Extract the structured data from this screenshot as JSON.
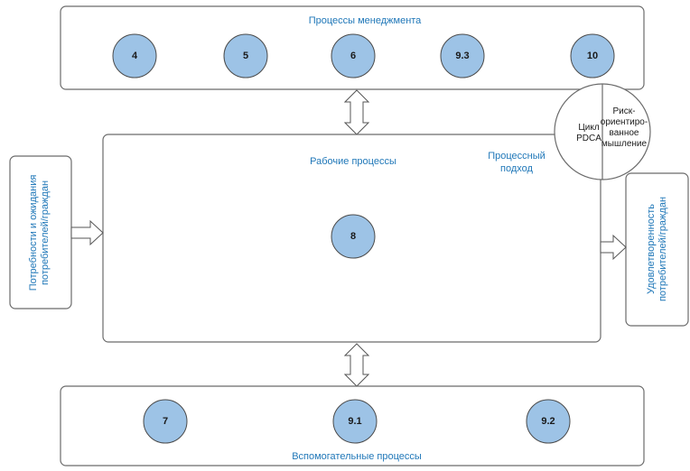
{
  "diagram": {
    "management": {
      "title": "Процессы менеджмента",
      "processes": [
        "4",
        "5",
        "6",
        "9.3",
        "10"
      ]
    },
    "operational": {
      "title": "Рабочие процессы",
      "processes": [
        "8"
      ]
    },
    "support": {
      "title": "Вспомогательные процессы",
      "processes": [
        "7",
        "9.1",
        "9.2"
      ]
    },
    "input": {
      "line1": "Потребности и ожидания",
      "line2": "потребителей/граждан"
    },
    "output": {
      "line1": "Удовлетворенность",
      "line2": "потребителей/граждан"
    },
    "process_approach": {
      "line1": "Процессный",
      "line2": "подход"
    },
    "pdca": {
      "line1": "Цикл",
      "line2": "PDCA"
    },
    "risk": {
      "line1": "Риск-",
      "line2": "ориентиро-",
      "line3": "ванное",
      "line4": "мышление"
    },
    "colors": {
      "process_fill": "#9dc3e6",
      "label_blue": "#1f77b8"
    }
  }
}
